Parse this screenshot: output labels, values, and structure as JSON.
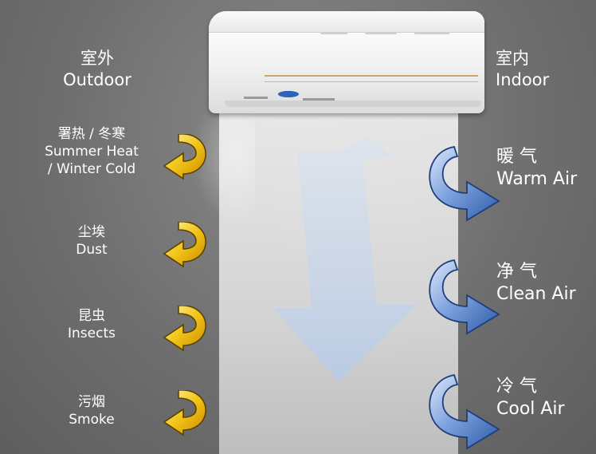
{
  "outdoor": {
    "zh": "室外",
    "en": "Outdoor"
  },
  "indoor": {
    "zh": "室内",
    "en": "Indoor"
  },
  "threats": [
    {
      "zh": "署热 / 冬寒",
      "en": [
        "Summer Heat",
        "/ Winter Cold"
      ]
    },
    {
      "zh": "尘埃",
      "en": [
        "Dust"
      ]
    },
    {
      "zh": "昆虫",
      "en": [
        "Insects"
      ]
    },
    {
      "zh": "污烟",
      "en": [
        "Smoke"
      ]
    }
  ],
  "benefits": [
    {
      "zh": "暖 气",
      "en": "Warm Air"
    },
    {
      "zh": "净 气",
      "en": "Clean Air"
    },
    {
      "zh": "冷 气",
      "en": "Cool Air"
    }
  ],
  "colors": {
    "background": "#6e6e6e",
    "threat_arrow": "#f2c418",
    "benefit_arrow": "#3f6fc0",
    "airflow_arrow": "#c5d4ea"
  },
  "icons": {
    "threat": "curved-yellow-arrow-icon",
    "benefit": "curved-blue-arrow-icon",
    "airflow": "down-arrow-icon"
  }
}
